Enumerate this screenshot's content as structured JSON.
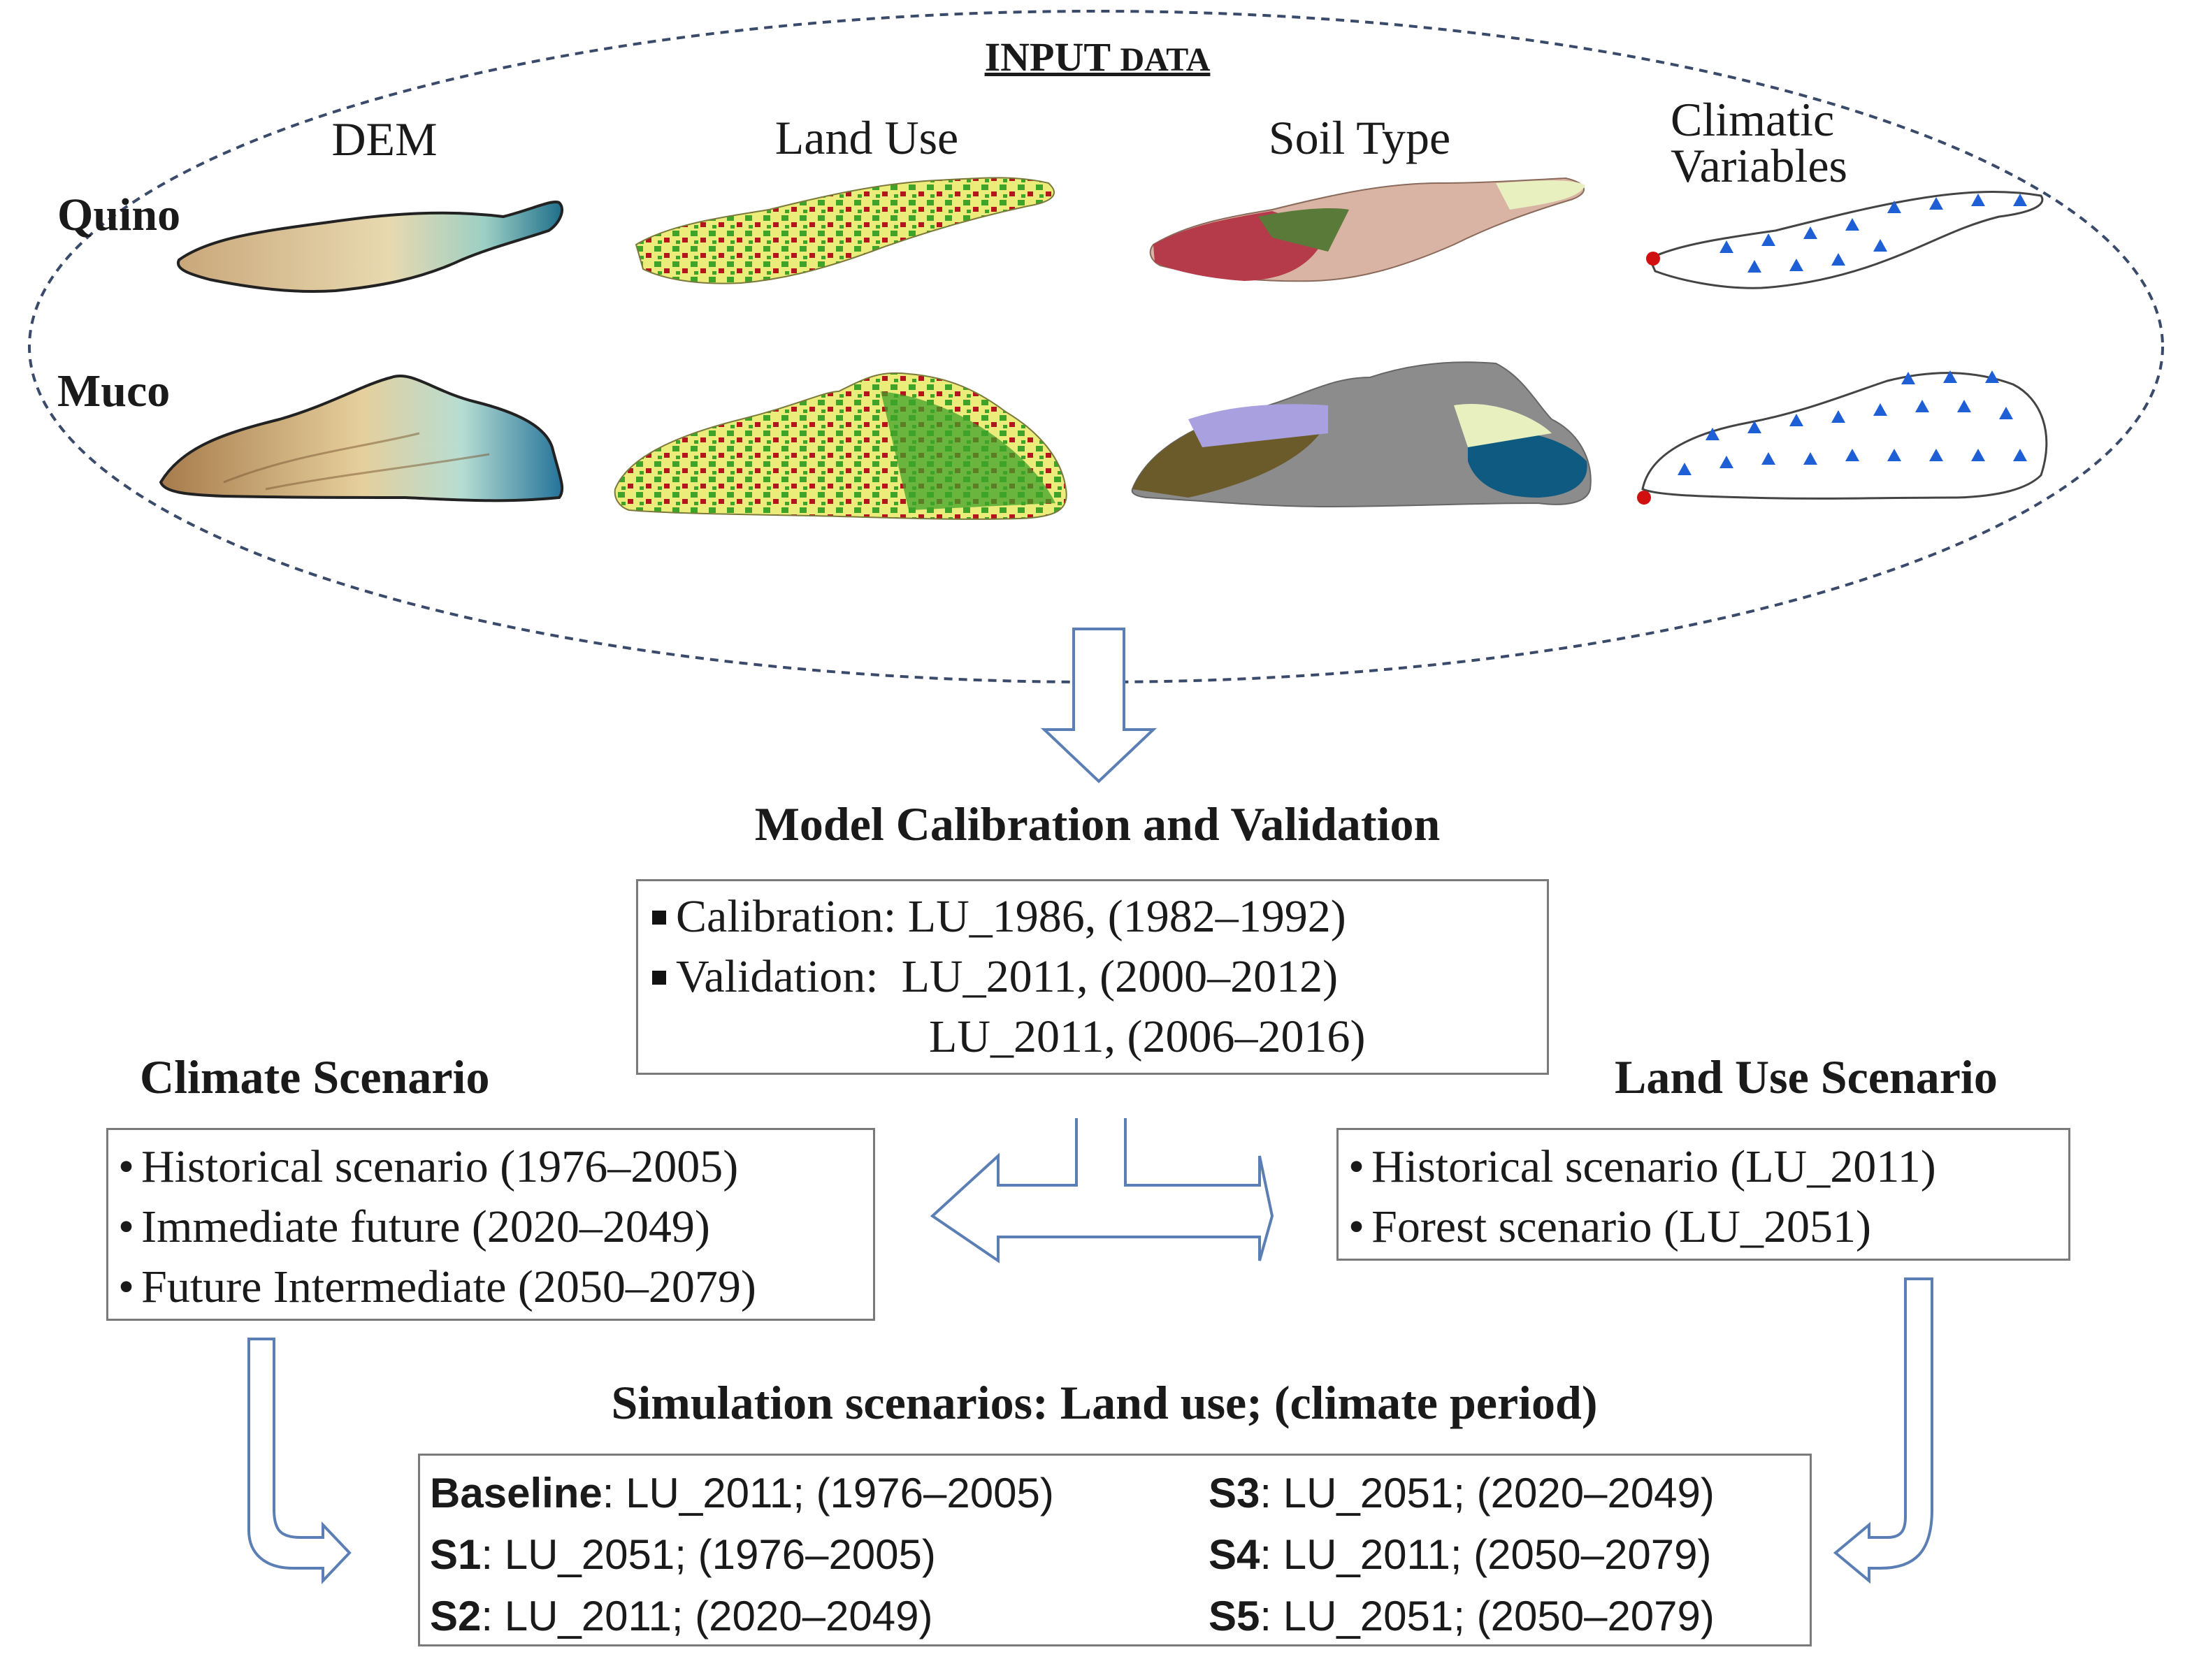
{
  "input_data": {
    "title_main": "INPUT ",
    "title_small": "DATA",
    "columns": [
      "DEM",
      "Land Use",
      "Soil Type",
      "Climatic Variables"
    ],
    "rows": [
      "Quino",
      "Muco"
    ]
  },
  "calibration": {
    "heading": "Model Calibration and Validation",
    "lines": [
      "Calibration: LU_1986, (1982–1992)",
      "Validation:  LU_2011, (2000–2012)",
      "LU_2011, (2006–2016)"
    ]
  },
  "climate_scenario": {
    "heading": "Climate Scenario",
    "items": [
      "Historical scenario (1976–2005)",
      "Immediate future (2020–2049)",
      "Future Intermediate (2050–2079)"
    ]
  },
  "land_use_scenario": {
    "heading": "Land Use Scenario",
    "items": [
      "Historical scenario (LU_2011)",
      "Forest scenario (LU_2051)"
    ]
  },
  "simulation": {
    "heading": "Simulation scenarios: Land use; (climate period)",
    "left": [
      {
        "label": "Baseline",
        "text": ": LU_2011; (1976–2005)"
      },
      {
        "label": "S1",
        "text": ": LU_2051; (1976–2005)"
      },
      {
        "label": "S2",
        "text": ": LU_2011; (2020–2049)"
      }
    ],
    "right": [
      {
        "label": "S3",
        "text": ": LU_2051; (2020–2049)"
      },
      {
        "label": "S4",
        "text": ": LU_2011; (2050–2079)"
      },
      {
        "label": "S5",
        "text": ": LU_2051; (2050–2079)"
      }
    ]
  },
  "colors": {
    "arrow_stroke": "#5b7fb5",
    "ellipse": "#3a4a6a",
    "landuse_green": "#3fa32a",
    "landuse_yellow": "#ecec7a",
    "landuse_red": "#b3141e",
    "soil_pink": "#d9b3a3",
    "soil_red": "#b53a4a",
    "soil_gray": "#8c8c8c",
    "soil_blue": "#0f5a80",
    "climate_marker": "#1f5fd6",
    "outlet": "#d01010"
  }
}
